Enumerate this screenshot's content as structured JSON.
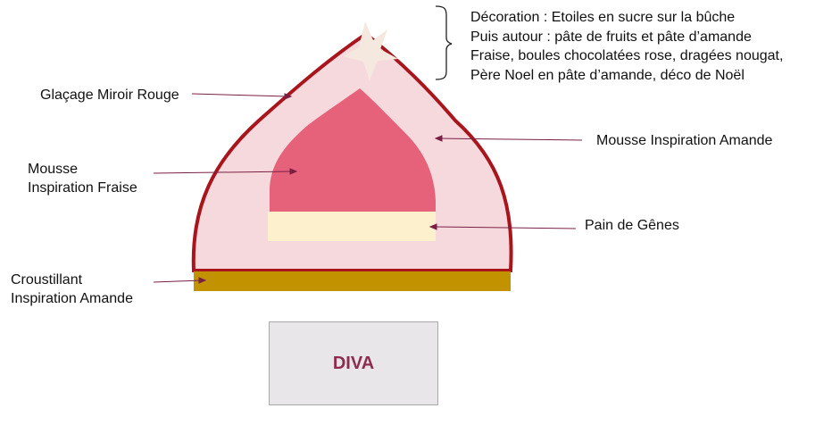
{
  "decoration": {
    "lines": [
      "Décoration : Etoiles en sucre sur la bûche",
      "Puis autour : pâte de fruits et pâte d’amande",
      "Fraise, boules chocolatées rose, dragées nougat,",
      "Père Noel en pâte d’amande, déco de Noël"
    ]
  },
  "labels": {
    "glacage": "Glaçage Miroir Rouge",
    "mousse_amande": "Mousse Inspiration Amande",
    "mousse_fraise_1": "Mousse",
    "mousse_fraise_2": "Inspiration Fraise",
    "pain_genes": "Pain de Gênes",
    "croustillant_1": "Croustillant",
    "croustillant_2": "Inspiration Amande"
  },
  "product": {
    "name": "DIVA"
  },
  "colors": {
    "glaze": "#a8151c",
    "mousse_amande": "#f6d9dc",
    "mousse_fraise": "#e6627a",
    "pain_genes": "#fdf1cd",
    "croustillant": "#c39200",
    "star": "#f5e9df",
    "leader": "#7a1f45",
    "brace": "#222222"
  }
}
